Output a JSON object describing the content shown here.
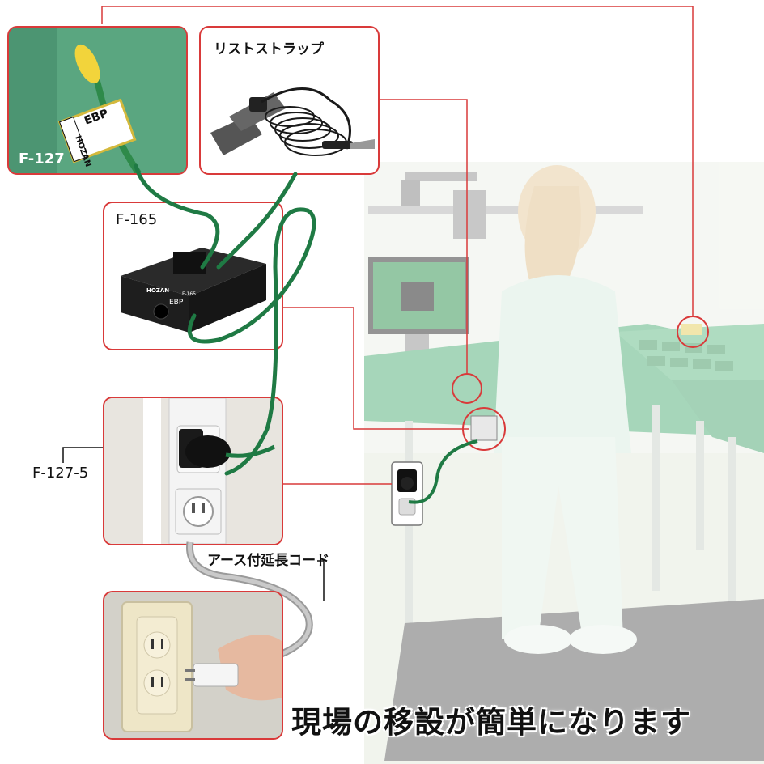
{
  "labels": {
    "f127": "F-127",
    "wrist_strap": "リストストラップ",
    "f165": "F-165",
    "f127_5": "F-127-5",
    "extension_cord": "アース付延長コード",
    "headline": "現場の移設が簡単になります",
    "ebp_tag": "EBP",
    "hozan_tag": "HOZAN",
    "device_brand": "HOZAN",
    "device_model": "F-165",
    "device_ebp": "EBP"
  },
  "colors": {
    "callout_line": "#d93a3a",
    "ground_cord": "#1f7a44",
    "workbench": "#6fc292",
    "background_scene": "#e8efe4"
  }
}
